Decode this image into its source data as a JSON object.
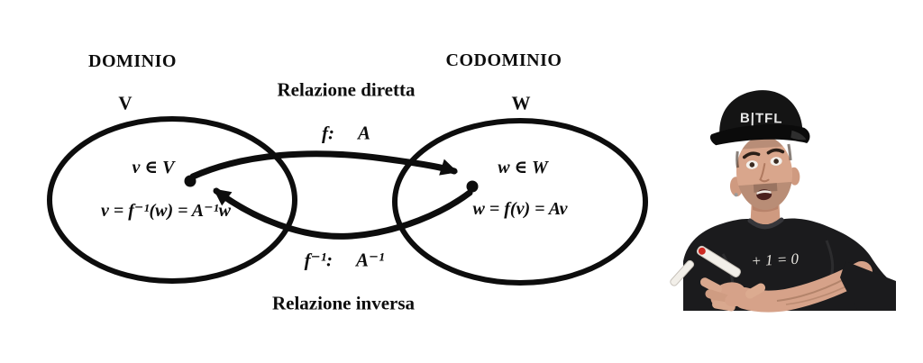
{
  "diagram": {
    "domain": {
      "title": "DOMINIO",
      "set_label": "V",
      "element": "v ∈ V",
      "equation": "v = f⁻¹(w) = A⁻¹w"
    },
    "codomain": {
      "title": "CODOMINIO",
      "set_label": "W",
      "element": "w ∈ W",
      "equation": "w = f(v) = Av"
    },
    "direct_relation": {
      "title": "Relazione diretta",
      "function": "f:",
      "matrix": "A"
    },
    "inverse_relation": {
      "title": "Relazione inversa",
      "function": "f⁻¹:",
      "matrix": "A⁻¹"
    },
    "colors": {
      "ink": "#0d0d0d",
      "background": "#ffffff"
    }
  },
  "presenter": {
    "cap_text": "B|TFL",
    "shirt_text": "+ 1 = 0",
    "colors": {
      "skin": "#d6a289",
      "shirt": "#1b1b1d",
      "cap": "#141414",
      "marker_accent": "#cc2a22"
    }
  }
}
